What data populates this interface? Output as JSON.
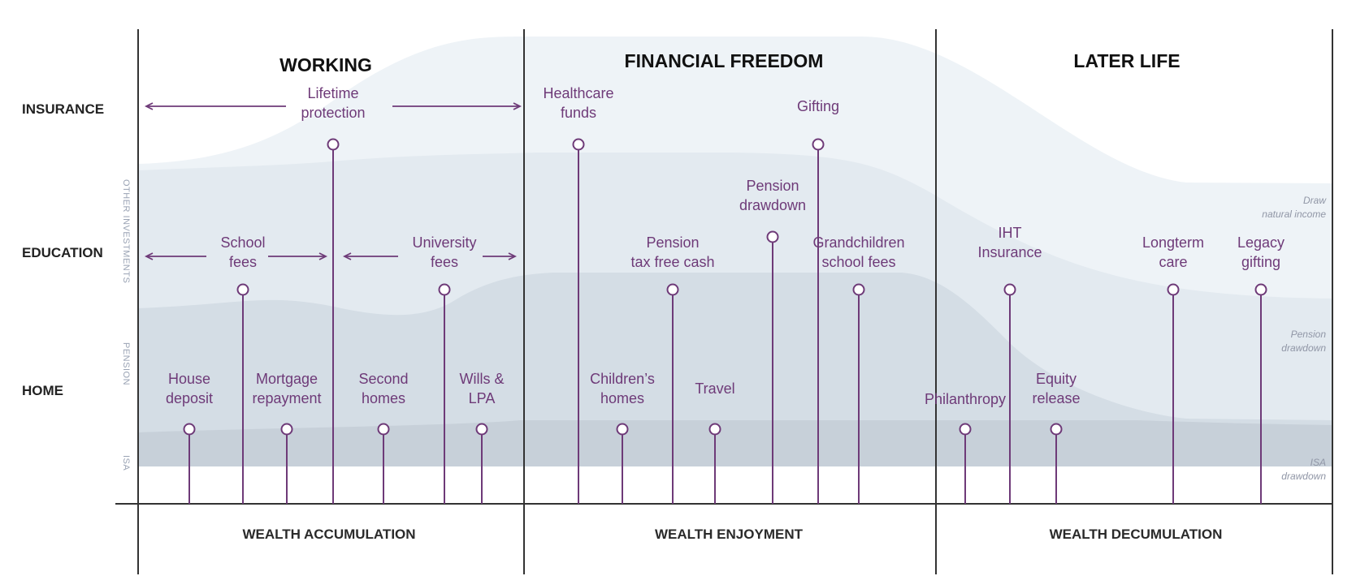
{
  "phases": {
    "working": "WORKING",
    "financial_freedom": "FINANCIAL FREEDOM",
    "later_life": "LATER LIFE"
  },
  "rows": {
    "insurance": "INSURANCE",
    "education": "EDUCATION",
    "home": "HOME"
  },
  "footer": {
    "accumulation": "WEALTH ACCUMULATION",
    "enjoyment": "WEALTH ENJOYMENT",
    "decumulation": "WEALTH DECUMULATION"
  },
  "band_labels_left": {
    "other_investments": "OTHER INVESTMENTS",
    "pension": "PENSION",
    "isa": "ISA"
  },
  "band_labels_right": {
    "draw_natural_income": [
      "Draw",
      "natural income"
    ],
    "pension_drawdown": [
      "Pension",
      "drawdown"
    ],
    "isa_drawdown": [
      "ISA",
      "drawdown"
    ]
  },
  "events": {
    "lifetime_protection": [
      "Lifetime",
      "protection"
    ],
    "healthcare_funds": [
      "Healthcare",
      "funds"
    ],
    "gifting": [
      "Gifting"
    ],
    "pension_drawdown": [
      "Pension",
      "drawdown"
    ],
    "school_fees": [
      "School",
      "fees"
    ],
    "university_fees": [
      "University",
      "fees"
    ],
    "pension_tax_free_cash": [
      "Pension",
      "tax free cash"
    ],
    "grandchildren_school_fees": [
      "Grandchildren",
      "school fees"
    ],
    "iht_insurance": [
      "IHT",
      "Insurance"
    ],
    "longterm_care": [
      "Longterm",
      "care"
    ],
    "legacy_gifting": [
      "Legacy",
      "gifting"
    ],
    "house_deposit": [
      "House",
      "deposit"
    ],
    "mortgage_repayment": [
      "Mortgage",
      "repayment"
    ],
    "second_homes": [
      "Second",
      "homes"
    ],
    "wills_lpa": [
      "Wills &",
      "LPA"
    ],
    "childrens_homes": [
      "Children’s",
      "homes"
    ],
    "travel": [
      "Travel"
    ],
    "philanthropy": [
      "Philanthropy"
    ],
    "equity_release": [
      "Equity",
      "release"
    ]
  },
  "colors": {
    "accent": "#6e3a78",
    "band_top": "#eef3f7",
    "band_other_investments": "#e3eaf0",
    "band_pension": "#d4dde5",
    "band_isa": "#c7d0d9",
    "rule": "#333333"
  }
}
